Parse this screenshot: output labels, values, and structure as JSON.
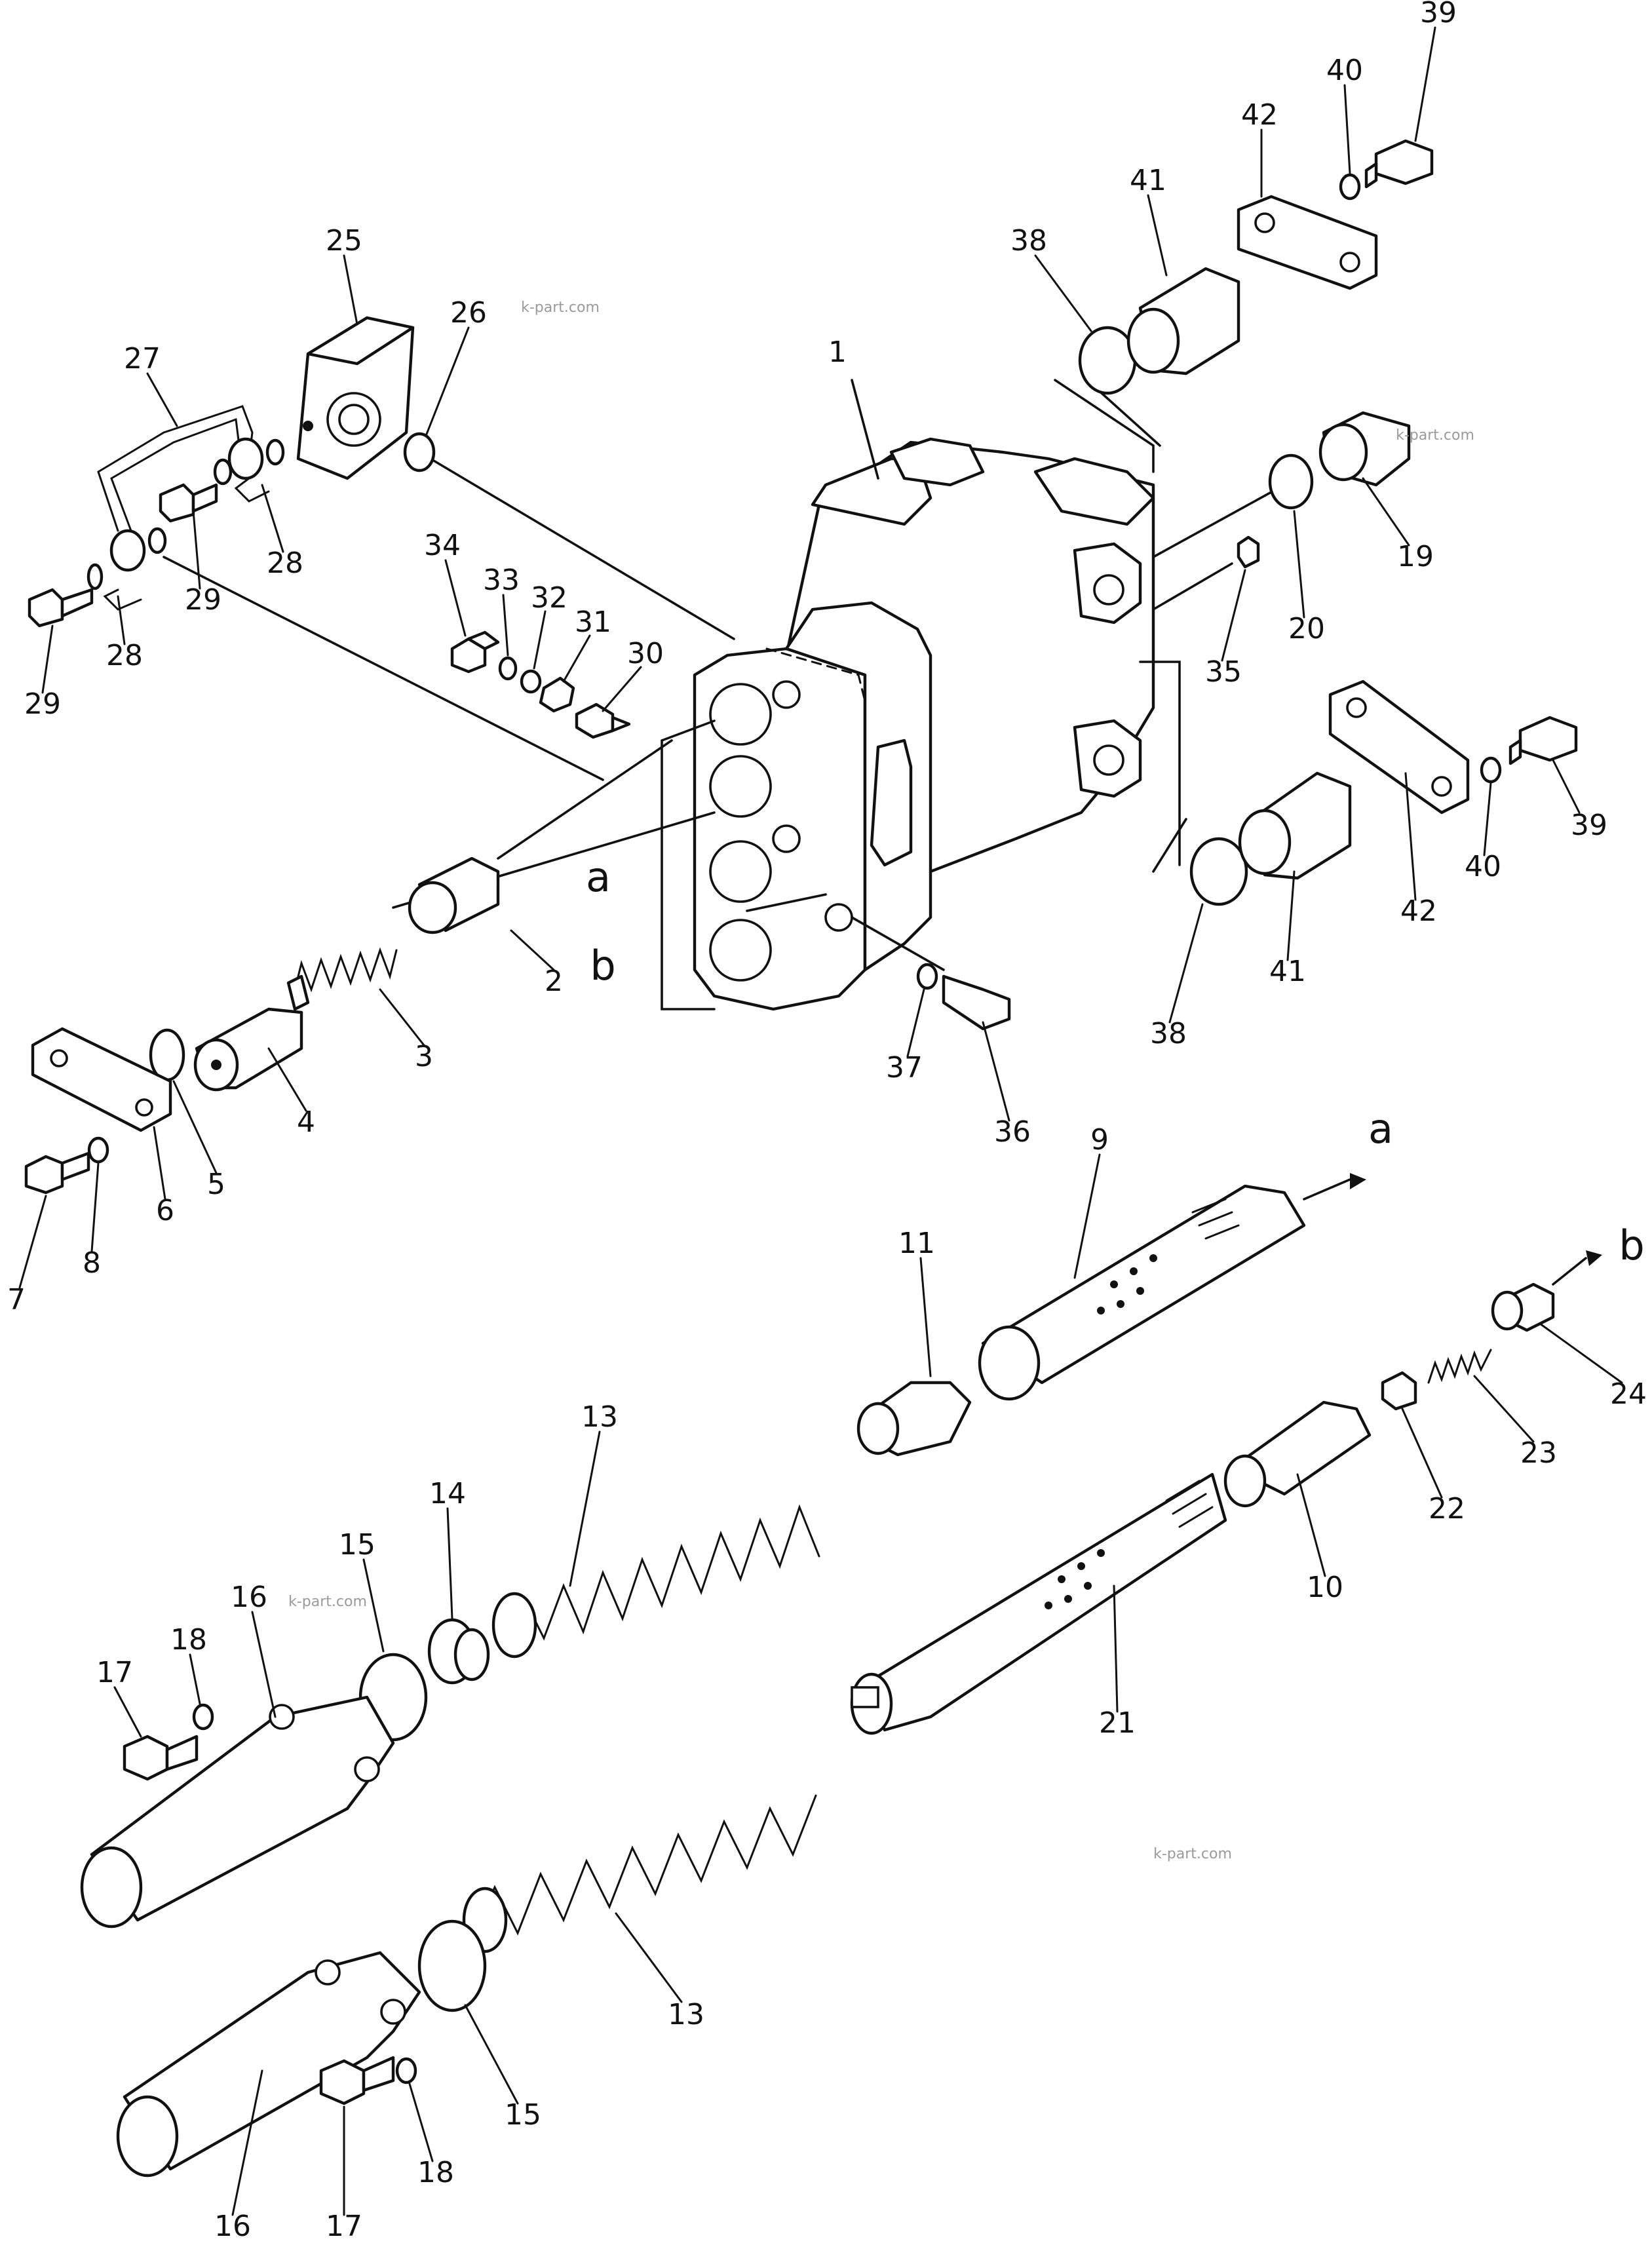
{
  "diagram": {
    "callouts": [
      {
        "id": "p1",
        "text": "1"
      },
      {
        "id": "p2",
        "text": "2"
      },
      {
        "id": "p3",
        "text": "3"
      },
      {
        "id": "p4",
        "text": "4"
      },
      {
        "id": "p5",
        "text": "5"
      },
      {
        "id": "p6",
        "text": "6"
      },
      {
        "id": "p7",
        "text": "7"
      },
      {
        "id": "p8",
        "text": "8"
      },
      {
        "id": "p9",
        "text": "9"
      },
      {
        "id": "p10",
        "text": "10"
      },
      {
        "id": "p11",
        "text": "11"
      },
      {
        "id": "p13a",
        "text": "13"
      },
      {
        "id": "p13b",
        "text": "13"
      },
      {
        "id": "p14",
        "text": "14"
      },
      {
        "id": "p15a",
        "text": "15"
      },
      {
        "id": "p15b",
        "text": "15"
      },
      {
        "id": "p16a",
        "text": "16"
      },
      {
        "id": "p16b",
        "text": "16"
      },
      {
        "id": "p17a",
        "text": "17"
      },
      {
        "id": "p17b",
        "text": "17"
      },
      {
        "id": "p18a",
        "text": "18"
      },
      {
        "id": "p18b",
        "text": "18"
      },
      {
        "id": "p19",
        "text": "19"
      },
      {
        "id": "p20",
        "text": "20"
      },
      {
        "id": "p21",
        "text": "21"
      },
      {
        "id": "p22",
        "text": "22"
      },
      {
        "id": "p23",
        "text": "23"
      },
      {
        "id": "p24",
        "text": "24"
      },
      {
        "id": "p25",
        "text": "25"
      },
      {
        "id": "p26",
        "text": "26"
      },
      {
        "id": "p27",
        "text": "27"
      },
      {
        "id": "p28a",
        "text": "28"
      },
      {
        "id": "p28b",
        "text": "28"
      },
      {
        "id": "p29a",
        "text": "29"
      },
      {
        "id": "p29b",
        "text": "29"
      },
      {
        "id": "p30",
        "text": "30"
      },
      {
        "id": "p31",
        "text": "31"
      },
      {
        "id": "p32",
        "text": "32"
      },
      {
        "id": "p33",
        "text": "33"
      },
      {
        "id": "p34",
        "text": "34"
      },
      {
        "id": "p35",
        "text": "35"
      },
      {
        "id": "p36",
        "text": "36"
      },
      {
        "id": "p37",
        "text": "37"
      },
      {
        "id": "p38a",
        "text": "38"
      },
      {
        "id": "p38b",
        "text": "38"
      },
      {
        "id": "p39a",
        "text": "39"
      },
      {
        "id": "p39b",
        "text": "39"
      },
      {
        "id": "p40a",
        "text": "40"
      },
      {
        "id": "p40b",
        "text": "40"
      },
      {
        "id": "p41a",
        "text": "41"
      },
      {
        "id": "p41b",
        "text": "41"
      },
      {
        "id": "p42a",
        "text": "42"
      },
      {
        "id": "p42b",
        "text": "42"
      }
    ],
    "port_marks": [
      {
        "id": "port-a",
        "text": "a"
      },
      {
        "id": "port-b",
        "text": "b"
      },
      {
        "id": "arrow-a",
        "text": "a"
      },
      {
        "id": "arrow-b",
        "text": "b"
      }
    ],
    "watermarks": [
      "k-part.com",
      "k-part.com",
      "k-part.com",
      "k-part.com"
    ]
  }
}
